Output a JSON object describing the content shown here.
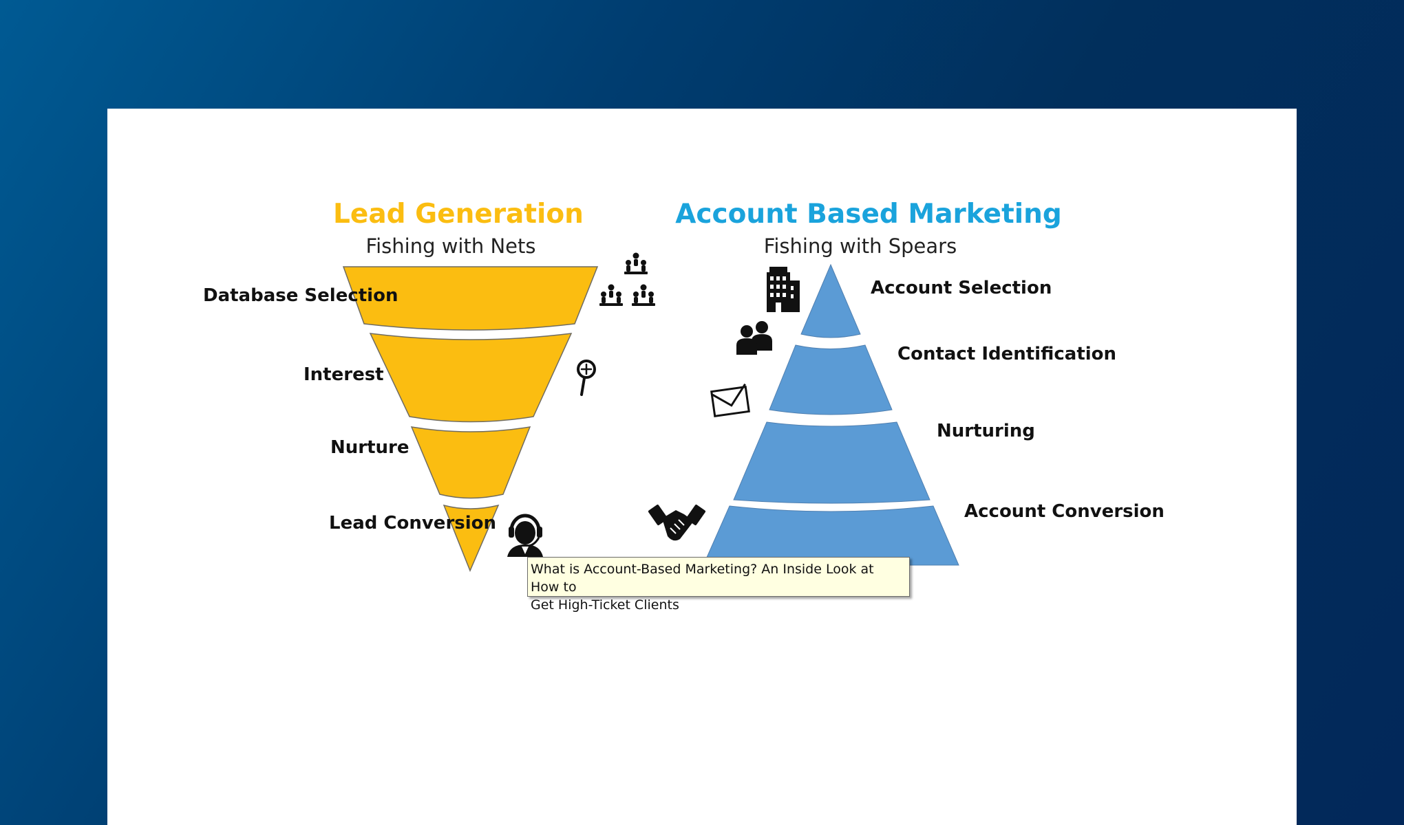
{
  "lead_generation": {
    "title": "Lead Generation",
    "subtitle": "Fishing with Nets",
    "stages": [
      "Database Selection",
      "Interest",
      "Nurture",
      "Lead Conversion"
    ],
    "color": "#fbbd11"
  },
  "account_based_marketing": {
    "title": "Account Based Marketing",
    "subtitle": "Fishing with Spears",
    "stages": [
      "Account Selection",
      "Contact Identification",
      "Nurturing",
      "Account Conversion"
    ],
    "color": "#5b9bd5"
  },
  "icons": [
    "people-groups-icon",
    "magnifier-icon",
    "headset-agent-icon",
    "office-building-icon",
    "two-people-icon",
    "envelope-icon",
    "handshake-icon"
  ],
  "tooltip": {
    "text": "What is Account-Based Marketing? An Inside Look at How to\nGet High-Ticket  Clients"
  }
}
